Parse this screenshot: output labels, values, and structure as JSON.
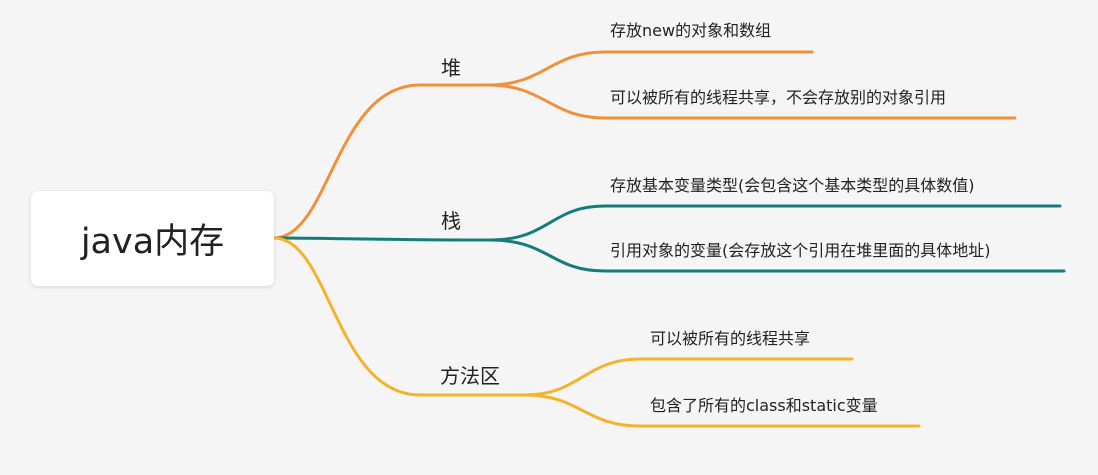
{
  "root": {
    "label": "java内存"
  },
  "branches": [
    {
      "label": "堆",
      "color": "#f0903a",
      "children": [
        {
          "label": "存放new的对象和数组"
        },
        {
          "label": "可以被所有的线程共享，不会存放别的对象引用"
        }
      ]
    },
    {
      "label": "栈",
      "color": "#137d7b",
      "children": [
        {
          "label": "存放基本变量类型(会包含这个基本类型的具体数值)"
        },
        {
          "label": "引用对象的变量(会存放这个引用在堆里面的具体地址)"
        }
      ]
    },
    {
      "label": "方法区",
      "color": "#f5b22c",
      "children": [
        {
          "label": "可以被所有的线程共享"
        },
        {
          "label": "包含了所有的class和static变量"
        }
      ]
    }
  ]
}
